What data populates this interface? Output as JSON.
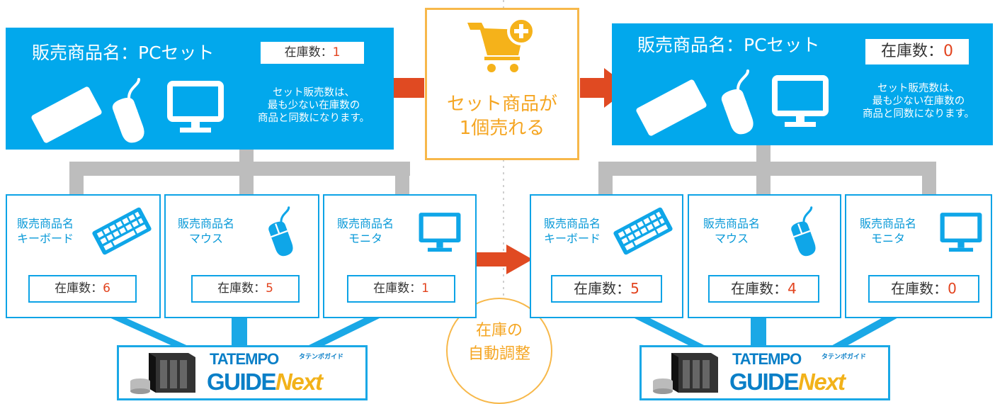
{
  "colors": {
    "panel_blue": "#02a8ec",
    "connector_gray": "#bdbdbd",
    "connector_cyan": "#1aa8e6",
    "arrow_red": "#e04a22",
    "accent_orange": "#f5a623",
    "number_red": "#e2431e"
  },
  "left": {
    "title": "販売商品名：PCセット",
    "stock_label": "在庫数：",
    "stock_value": "1",
    "note": [
      "セット販売数は、",
      "最も少ない在庫数の",
      "商品と同数になります。"
    ],
    "icons": [
      "keyboard-icon",
      "mouse-icon",
      "monitor-icon"
    ],
    "children": [
      {
        "line1": "販売商品名",
        "line2": "キーボード",
        "stock_label": "在庫数：",
        "stock_value": "6",
        "icon": "keyboard-icon"
      },
      {
        "line1": "販売商品名",
        "line2": "マウス",
        "stock_label": "在庫数：",
        "stock_value": "5",
        "icon": "mouse-icon"
      },
      {
        "line1": "販売商品名",
        "line2": "モニタ",
        "stock_label": "在庫数：",
        "stock_value": "1",
        "icon": "monitor-icon"
      }
    ]
  },
  "right": {
    "title": "販売商品名：PCセット",
    "stock_label": "在庫数：",
    "stock_value": "0",
    "note": [
      "セット販売数は、",
      "最も少ない在庫数の",
      "商品と同数になります。"
    ],
    "icons": [
      "keyboard-icon",
      "mouse-icon",
      "monitor-icon"
    ],
    "children": [
      {
        "line1": "販売商品名",
        "line2": "キーボード",
        "stock_label": "在庫数：",
        "stock_value": "5",
        "icon": "keyboard-icon"
      },
      {
        "line1": "販売商品名",
        "line2": "マウス",
        "stock_label": "在庫数：",
        "stock_value": "4",
        "icon": "mouse-icon"
      },
      {
        "line1": "販売商品名",
        "line2": "モニタ",
        "stock_label": "在庫数：",
        "stock_value": "0",
        "icon": "monitor-icon"
      }
    ]
  },
  "center": {
    "cart_icon": "cart-plus-icon",
    "event_lines": [
      "セット商品が",
      "1個売れる"
    ],
    "adjust_lines": [
      "在庫の",
      "自動調整"
    ]
  },
  "logo": {
    "top": "TATEMPO",
    "kana": "タテンポガイド",
    "guide": "GUIDE",
    "next": "Next",
    "server_icon": "server-rack-icon"
  }
}
